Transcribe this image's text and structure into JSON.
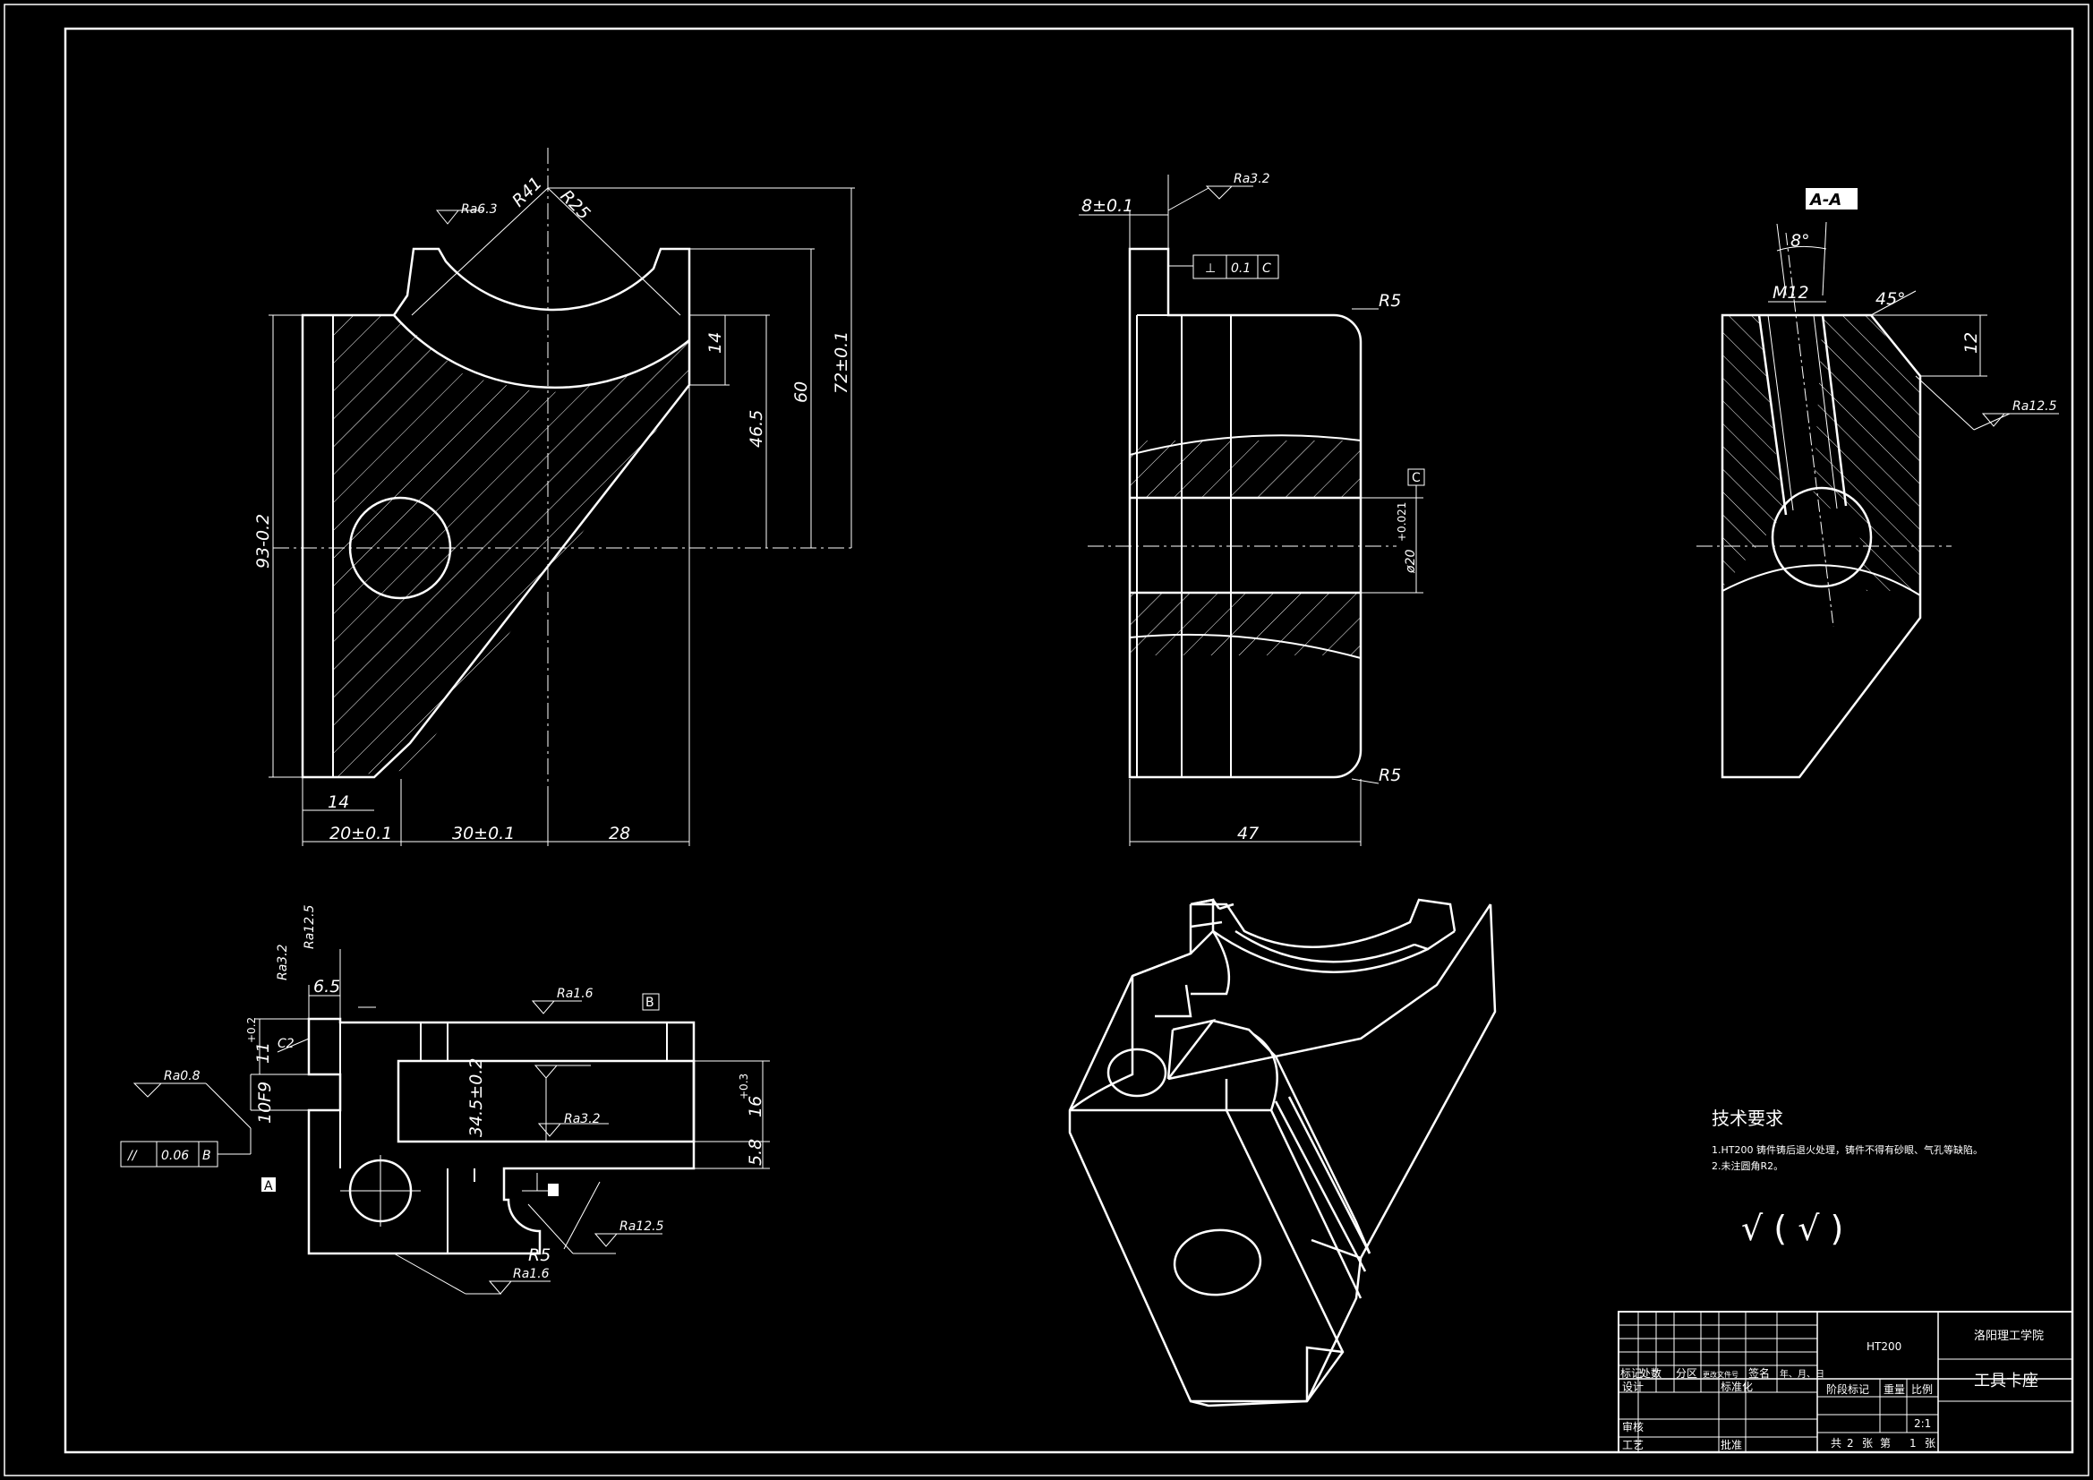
{
  "colors": {
    "background": "#000000",
    "line": "#ffffff"
  },
  "front_view": {
    "radii": [
      "R41",
      "R25"
    ],
    "roughness": [
      "Ra6.3"
    ],
    "dims_vertical": [
      "14",
      "46.5",
      "60",
      "72±0.1",
      "93-0.2"
    ],
    "dims_horizontal": [
      "14",
      "20±0.1",
      "30±0.1",
      "28"
    ]
  },
  "side_view": {
    "dim_top": "8±0.1",
    "roughness": [
      "Ra3.2"
    ],
    "tolerance_frame": [
      "⊥",
      "0.1",
      "C"
    ],
    "radii": [
      "R5",
      "R5"
    ],
    "datum": "C",
    "dim_hole": "ø20",
    "dim_hole_tol": "+0.021",
    "dim_width": "47"
  },
  "section_view": {
    "label": "A-A",
    "angle_top": "8°",
    "thread": "M12",
    "chamfer_angle": "45°",
    "depth": "12",
    "roughness": [
      "Ra12.5"
    ]
  },
  "top_view": {
    "roughness": [
      "Ra12.5",
      "Ra3.2",
      "Ra1.6",
      "Ra0.8",
      "Ra3.2",
      "Ra12.5",
      "Ra1.6"
    ],
    "dims": [
      "6.5",
      "C2",
      "11",
      "+0.2",
      "10F9",
      "34.5±0.2",
      "16",
      "+0.3",
      "5.8",
      "R5"
    ],
    "tolerance_frame": [
      "//",
      "0.06",
      "B"
    ],
    "datums": [
      "B",
      "A"
    ]
  },
  "tech_requirements": {
    "title": "技术要求",
    "items": [
      "1.HT200 铸件铸后退火处理，铸件不得有砂眼、气孔等缺陷。",
      "2.未注圆角R2。"
    ],
    "roughness_symbol": "√ ( √ )"
  },
  "title_block": {
    "material": "HT200",
    "school": "洛阳理工学院",
    "part_name": "工具卡座",
    "row_headers": [
      "标记",
      "处数",
      "分区",
      "更改文件号",
      "签名",
      "年、月、日"
    ],
    "labels": [
      "设计",
      "标准化",
      "阶段标记",
      "重量",
      "比例",
      "审核",
      "工艺",
      "批准"
    ],
    "scale": "2:1",
    "sheet_info": [
      "共",
      "2",
      "张",
      "第",
      "1",
      "张"
    ]
  }
}
